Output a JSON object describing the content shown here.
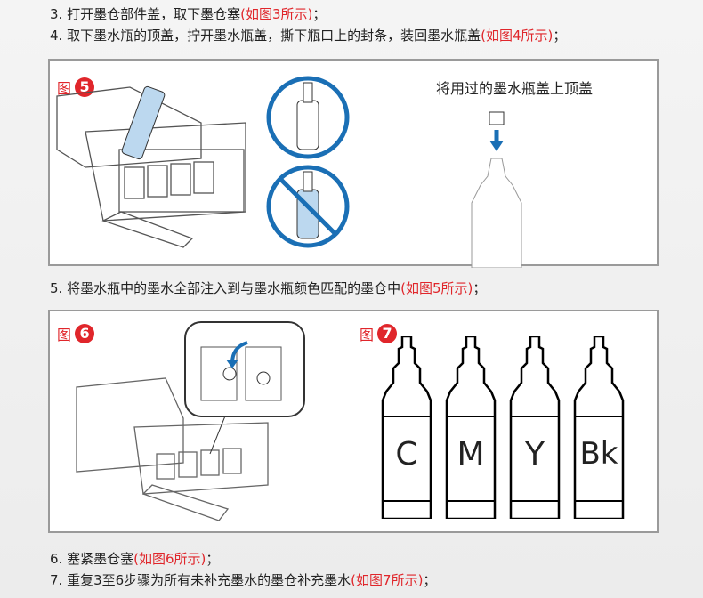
{
  "steps": [
    {
      "text": "3. 打开墨仓部件盖，取下墨仓塞",
      "ref": "(如图3所示)",
      "end": "；"
    },
    {
      "text": "4. 取下墨水瓶的顶盖，拧开墨水瓶盖，撕下瓶口上的封条，装回墨水瓶盖",
      "ref": "(如图4所示)",
      "end": "；"
    },
    {
      "text": "5. 将墨水瓶中的墨水全部注入到与墨水瓶颜色匹配的墨仓中",
      "ref": "(如图5所示)",
      "end": "；"
    },
    {
      "text": "6. 塞紧墨仓塞",
      "ref": "(如图6所示)",
      "end": "；"
    },
    {
      "text": "7. 重复3至6步骤为所有未补充墨水的墨仓补充墨水",
      "ref": "(如图7所示)",
      "end": "；"
    }
  ],
  "fig5": {
    "label": "图",
    "num": "5",
    "caption": "将用过的墨水瓶盖上顶盖"
  },
  "fig6": {
    "label": "图",
    "num": "6"
  },
  "fig7": {
    "label": "图",
    "num": "7",
    "colors": [
      "C",
      "M",
      "Y",
      "Bk"
    ]
  },
  "colors": {
    "accent": "#e0262b",
    "blue": "#1a6fb5"
  }
}
